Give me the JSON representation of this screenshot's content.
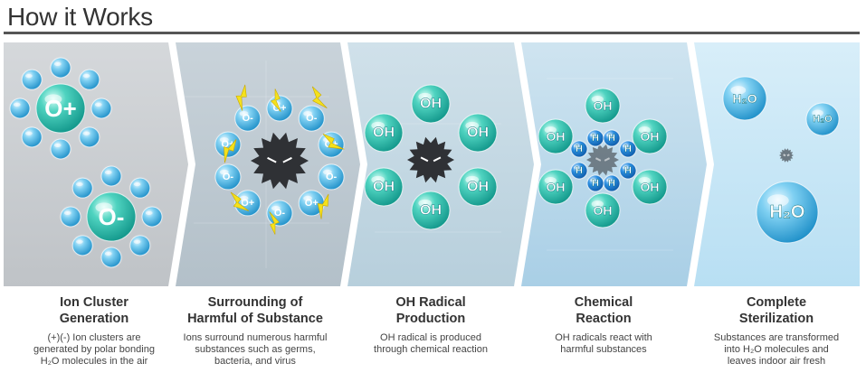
{
  "header": {
    "title": "How it Works"
  },
  "steps": [
    {
      "title_line1": "Ion Cluster",
      "title_line2": "Generation",
      "desc_line1": "(+)(-) Ion clusters are",
      "desc_line2": "generated by polar bonding",
      "desc_line3": "H₂O molecules in the air"
    },
    {
      "title_line1": "Surrounding of",
      "title_line2": "Harmful of Substance",
      "desc_line1": "Ions surround numerous harmful",
      "desc_line2": "substances such as germs,",
      "desc_line3": "bacteria, and virus"
    },
    {
      "title_line1": "OH Radical",
      "title_line2": "Production",
      "desc_line1": "OH radical is produced",
      "desc_line2": "through chemical reaction",
      "desc_line3": ""
    },
    {
      "title_line1": "Chemical",
      "title_line2": "Reaction",
      "desc_line1": "OH radicals react with",
      "desc_line2": "harmful substances",
      "desc_line3": ""
    },
    {
      "title_line1": "Complete",
      "title_line2": "Sterilization",
      "desc_line1": "Substances are transformed",
      "desc_line2": "into H₂O molecules and",
      "desc_line3": "leaves indoor air fresh"
    }
  ],
  "labels": {
    "ion_positive": "O+",
    "ion_negative": "O-",
    "oh": "OH",
    "h": "H",
    "h2o": "H₂O"
  },
  "colors": {
    "panel1": "#c9ccd0",
    "panel2": "#bfcad2",
    "panel3": "#c5d9e4",
    "panel4": "#bcd8ea",
    "panel5": "#c8e6f6",
    "sphere_blue": "#49b3e3",
    "sphere_teal": "#2bbcac",
    "sphere_h": "#1f7fd0",
    "lightning": "#f4e11c",
    "germ": "#2f3135"
  }
}
